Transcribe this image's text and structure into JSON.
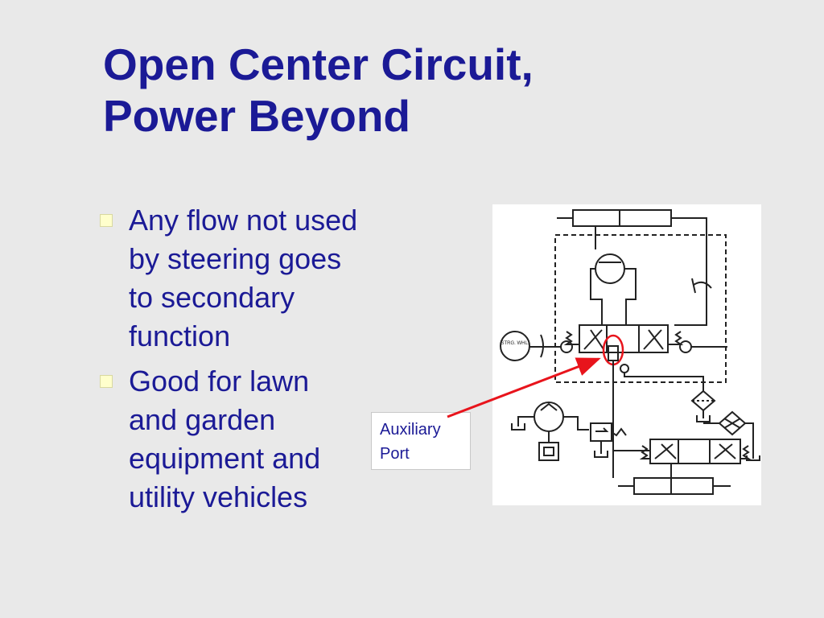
{
  "slide": {
    "title_lines": [
      "Open Center Circuit,",
      "Power Beyond"
    ],
    "bullets": [
      {
        "lines": [
          "Any flow not used",
          "by steering goes",
          "to secondary",
          "function"
        ]
      },
      {
        "lines": [
          "Good for lawn",
          "and garden",
          "equipment and",
          "utility vehicles"
        ]
      }
    ]
  },
  "diagram": {
    "steering_wheel_label": "STRG. WHL."
  },
  "callout": {
    "lines": [
      "Auxiliary",
      "Port"
    ]
  },
  "colors": {
    "title": "#1b1a96",
    "background": "#e9e9e9",
    "bullet_marker": "#ffffcc",
    "highlight": "#e8141c"
  }
}
